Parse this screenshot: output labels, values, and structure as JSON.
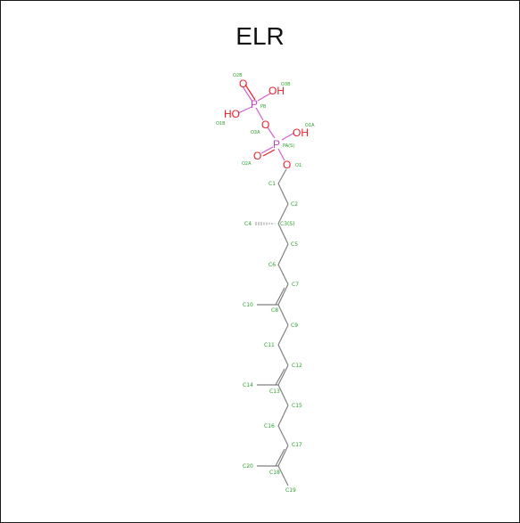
{
  "title": "ELR",
  "colors": {
    "bond": "#808080",
    "oxygen": "#e8202a",
    "phosphorus": "#c040c0",
    "atom_label": "#2ca02c",
    "border": "#1a1a1a"
  },
  "atoms": {
    "O2B": {
      "el": "O",
      "label": "O2B"
    },
    "O3B": {
      "el": "OH",
      "label": "O3B"
    },
    "PB": {
      "el": "P",
      "label": "PB"
    },
    "O1B": {
      "el": "HO",
      "label": "O1B"
    },
    "O3A": {
      "el": "O",
      "label": "O3A"
    },
    "O1A": {
      "el": "OH",
      "label": "O1A"
    },
    "PA": {
      "el": "P",
      "label": "PA(S)"
    },
    "O2A": {
      "el": "O",
      "label": "O2A"
    },
    "O1": {
      "el": "O",
      "label": "O1"
    },
    "C1": {
      "label": "C1"
    },
    "C2": {
      "label": "C2"
    },
    "C3": {
      "label": "C3(S)"
    },
    "C4": {
      "label": "C4"
    },
    "C5": {
      "label": "C5"
    },
    "C6": {
      "label": "C6"
    },
    "C7": {
      "label": "C7"
    },
    "C8": {
      "label": "C8"
    },
    "C10": {
      "label": "C10"
    },
    "C9": {
      "label": "C9"
    },
    "C11": {
      "label": "C11"
    },
    "C12": {
      "label": "C12"
    },
    "C13": {
      "label": "C13"
    },
    "C14": {
      "label": "C14"
    },
    "C15": {
      "label": "C15"
    },
    "C16": {
      "label": "C16"
    },
    "C17": {
      "label": "C17"
    },
    "C18": {
      "label": "C18"
    },
    "C20": {
      "label": "C20"
    },
    "C19": {
      "label": "C19"
    }
  }
}
